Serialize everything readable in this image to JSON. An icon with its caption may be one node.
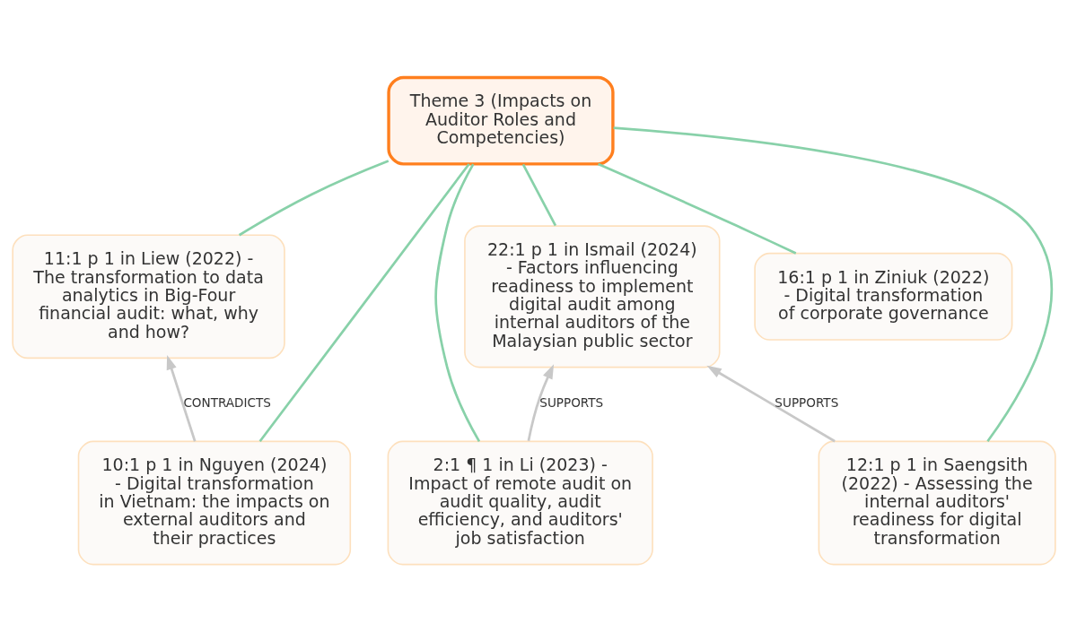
{
  "diagram": {
    "nodes": [
      {
        "text": [
          "Theme 3 (Impacts on Auditor Roles and Competencies)"
        ]
      },
      {
        "text": [
          "11:1 p 1 in Liew (2022) - The transformation to data analytics in Big-Four financial audit: what, why and how?"
        ]
      },
      {
        "text": [
          "10:1 p 1 in Nguyen (2024) - Digital transformation in Vietnam: the impacts on external auditors and their practices"
        ]
      },
      {
        "text": [
          "22:1 p 1 in Ismail (2024) - Factors influencing readiness to implement digital audit among internal auditors of the Malaysian public sector"
        ]
      },
      {
        "text": [
          "2:1 ¶ 1 in Li (2023) - Impact of remote audit on audit quality, audit efficiency, and auditors' job satisfaction"
        ]
      },
      {
        "text": [
          "16:1 p 1 in Ziniuk (2022) - Digital transformation of corporate governance"
        ]
      },
      {
        "text": [
          "12:1 p 1 in Saengsith (2022) - Assessing the internal auditors' readiness for digital transformation"
        ]
      }
    ],
    "edges": [
      {
        "from": 0,
        "to": 1,
        "arrow": "none"
      },
      {
        "from": 0,
        "to": 2,
        "arrow": "none"
      },
      {
        "from": 0,
        "to": 3,
        "arrow": "none"
      },
      {
        "from": 0,
        "to": 4,
        "arrow": "none"
      },
      {
        "from": 0,
        "to": 5,
        "arrow": "none"
      },
      {
        "from": 0,
        "to": 6,
        "arrow": "none"
      },
      {
        "from": 2,
        "to": 1,
        "arrow": "to",
        "label": "CONTRADICTS",
        "color": "#c8c8c8"
      },
      {
        "from": 4,
        "to": 3,
        "arrow": "to",
        "label": "SUPPORTS",
        "color": "#c8c8c8"
      },
      {
        "from": 6,
        "to": 3,
        "arrow": "to",
        "label": "SUPPORTS",
        "color": "#c8c8c8"
      }
    ]
  }
}
